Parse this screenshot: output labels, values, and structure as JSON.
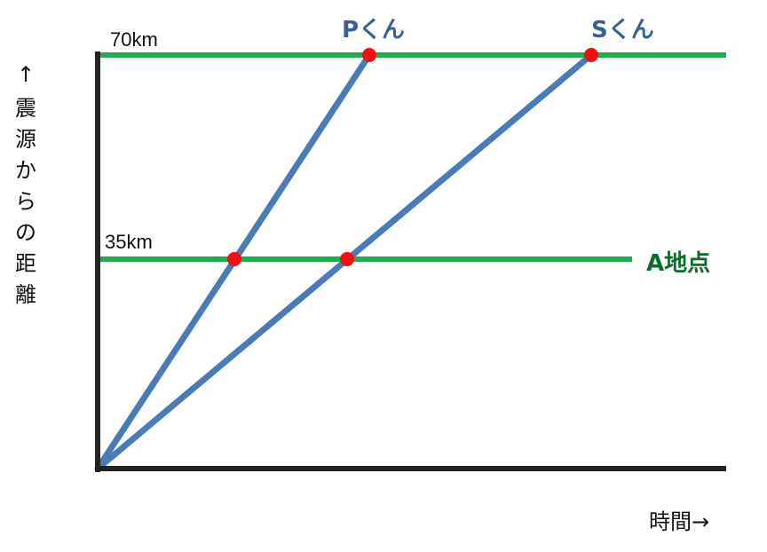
{
  "diagram": {
    "distance_labels": {
      "d70": "70km",
      "d35": "35km"
    },
    "waves": {
      "p": {
        "label": "Pくん",
        "color": "#4A7AB8"
      },
      "s": {
        "label": "Sくん",
        "color": "#4A7AB8"
      }
    },
    "point_a": {
      "label": "A地点",
      "color": "#0A6E2A"
    },
    "y_axis": {
      "arrow": "↑",
      "chars": [
        "震",
        "源",
        "か",
        "ら",
        "の",
        "距",
        "離"
      ]
    },
    "x_axis": {
      "label": "時間→"
    },
    "colors": {
      "axis": "#222222",
      "distance_line": "#1FAE4B",
      "marker": "#EE1111",
      "wave_text": "#3A5F96"
    }
  }
}
